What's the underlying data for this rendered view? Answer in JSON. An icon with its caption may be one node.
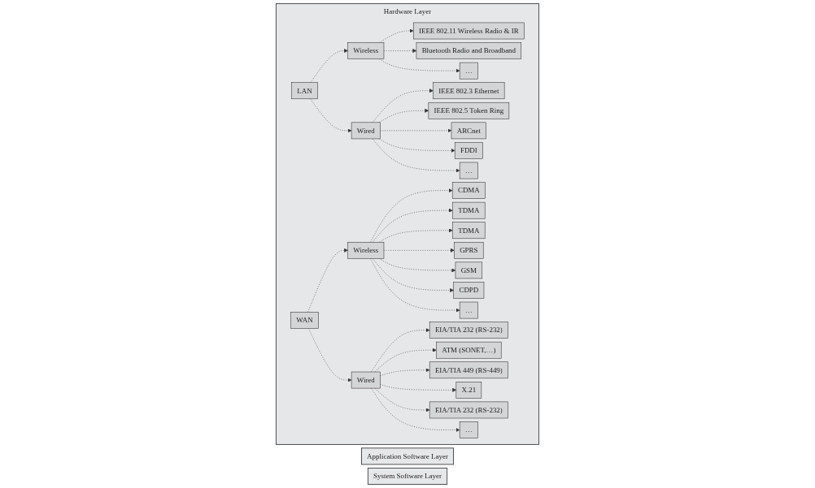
{
  "diagram": {
    "nodes": [
      {
        "text": [
          "Application Software Layer"
        ]
      },
      {
        "text": [
          "System Software Layer"
        ]
      },
      {
        "text": [
          "Hardware Layer"
        ]
      },
      {
        "text": [
          "LAN"
        ],
        "in": 2
      },
      {
        "text": [
          "WAN"
        ],
        "in": 2
      },
      {
        "text": [
          "Wireless"
        ],
        "in": 2
      },
      {
        "text": [
          "Wired"
        ],
        "in": 2
      },
      {
        "text": [
          "Wireless"
        ],
        "in": 2
      },
      {
        "text": [
          "Wired"
        ],
        "in": 2
      },
      {
        "text": [
          "IEEE 802.11 Wireless Radio & IR"
        ],
        "in": 2
      },
      {
        "text": [
          "Bluetooth Radio and Broadband"
        ],
        "in": 2
      },
      {
        "text": [
          "…"
        ],
        "in": 2
      },
      {
        "text": [
          "IEEE 802.3 Ethernet"
        ],
        "in": 2
      },
      {
        "text": [
          "IEEE 802.5 Token Ring"
        ],
        "in": 2
      },
      {
        "text": [
          "ARCnet"
        ],
        "in": 2
      },
      {
        "text": [
          "FDDI"
        ],
        "in": 2
      },
      {
        "text": [
          "…"
        ],
        "in": 2
      },
      {
        "text": [
          "CDMA"
        ],
        "in": 2
      },
      {
        "text": [
          "TDMA"
        ],
        "in": 2
      },
      {
        "text": [
          "TDMA"
        ],
        "in": 2
      },
      {
        "text": [
          "GPRS"
        ],
        "in": 2
      },
      {
        "text": [
          "GSM"
        ],
        "in": 2
      },
      {
        "text": [
          "CDPD"
        ],
        "in": 2
      },
      {
        "text": [
          "…"
        ],
        "in": 2
      },
      {
        "text": [
          "EIA/TIA 232 (RS-232)"
        ],
        "in": 2
      },
      {
        "text": [
          "ATM (SONET,…)"
        ],
        "in": 2
      },
      {
        "text": [
          "EIA/TIA 449 (RS-449)"
        ],
        "in": 2
      },
      {
        "text": [
          "X.21"
        ],
        "in": 2
      },
      {
        "text": [
          "EIA/TIA 232 (RS-232)"
        ],
        "in": 2
      },
      {
        "text": [
          "…"
        ],
        "in": 2
      }
    ],
    "edges": [
      {
        "from": 3,
        "to": 5,
        "arrow": "to",
        "style": "dashed"
      },
      {
        "from": 3,
        "to": 6,
        "arrow": "to",
        "style": "dashed"
      },
      {
        "from": 4,
        "to": 7,
        "arrow": "to",
        "style": "dashed"
      },
      {
        "from": 4,
        "to": 8,
        "arrow": "to",
        "style": "dashed"
      },
      {
        "from": 5,
        "to": 9,
        "arrow": "to",
        "style": "dashed"
      },
      {
        "from": 5,
        "to": 10,
        "arrow": "to",
        "style": "dashed"
      },
      {
        "from": 5,
        "to": 11,
        "arrow": "to",
        "style": "dashed"
      },
      {
        "from": 6,
        "to": 12,
        "arrow": "to",
        "style": "dashed"
      },
      {
        "from": 6,
        "to": 13,
        "arrow": "to",
        "style": "dashed"
      },
      {
        "from": 6,
        "to": 14,
        "arrow": "to",
        "style": "dashed"
      },
      {
        "from": 6,
        "to": 15,
        "arrow": "to",
        "style": "dashed"
      },
      {
        "from": 6,
        "to": 16,
        "arrow": "to",
        "style": "dashed"
      },
      {
        "from": 7,
        "to": 17,
        "arrow": "to",
        "style": "dashed"
      },
      {
        "from": 7,
        "to": 18,
        "arrow": "to",
        "style": "dashed"
      },
      {
        "from": 7,
        "to": 19,
        "arrow": "to",
        "style": "dashed"
      },
      {
        "from": 7,
        "to": 20,
        "arrow": "to",
        "style": "dashed"
      },
      {
        "from": 7,
        "to": 21,
        "arrow": "to",
        "style": "dashed"
      },
      {
        "from": 7,
        "to": 22,
        "arrow": "to",
        "style": "dashed"
      },
      {
        "from": 7,
        "to": 23,
        "arrow": "to",
        "style": "dashed"
      },
      {
        "from": 8,
        "to": 24,
        "arrow": "to",
        "style": "dashed"
      },
      {
        "from": 8,
        "to": 25,
        "arrow": "to",
        "style": "dashed"
      },
      {
        "from": 8,
        "to": 26,
        "arrow": "to",
        "style": "dashed"
      },
      {
        "from": 8,
        "to": 27,
        "arrow": "to",
        "style": "dashed"
      },
      {
        "from": 8,
        "to": 28,
        "arrow": "to",
        "style": "dashed"
      },
      {
        "from": 8,
        "to": 29,
        "arrow": "to",
        "style": "dashed"
      }
    ]
  }
}
